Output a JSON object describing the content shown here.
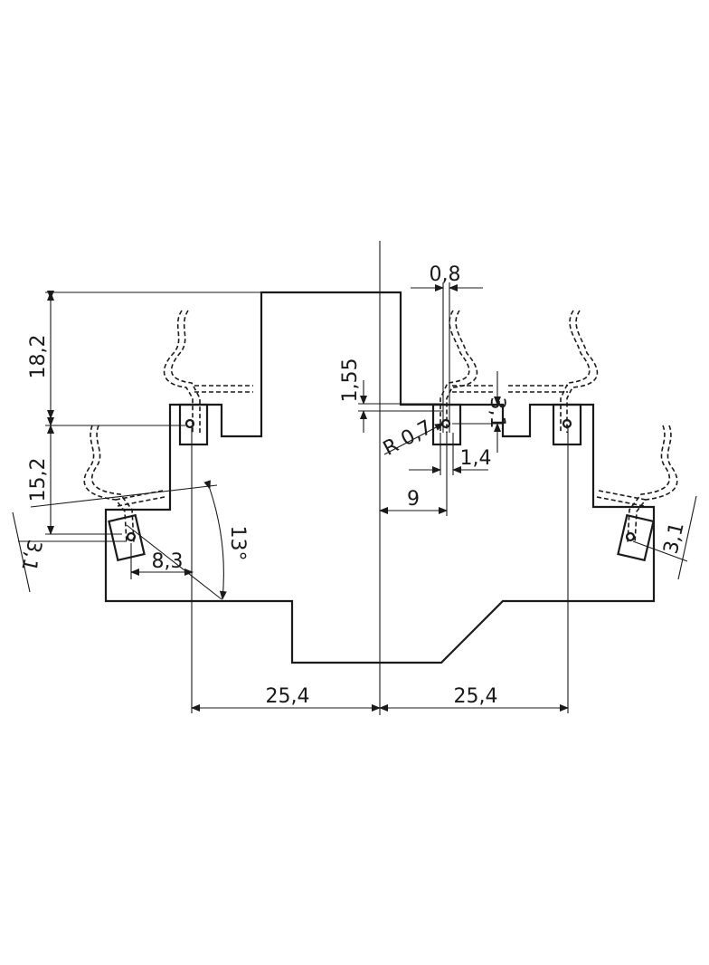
{
  "dimensions": {
    "d_0_8": "0,8",
    "d_18_2": "18,2",
    "d_1_55": "1,55",
    "d_3_1_center": "3,1",
    "d_r0_7": "R 0,7",
    "d_1_4": "1,4",
    "d_9": "9",
    "d_15_2": "15,2",
    "d_3_1_left": "3,1",
    "d_8_3": "8,3",
    "d_13_deg": "13°",
    "d_3_1_right": "3,1",
    "d_25_4_left": "25,4",
    "d_25_4_right": "25,4"
  }
}
